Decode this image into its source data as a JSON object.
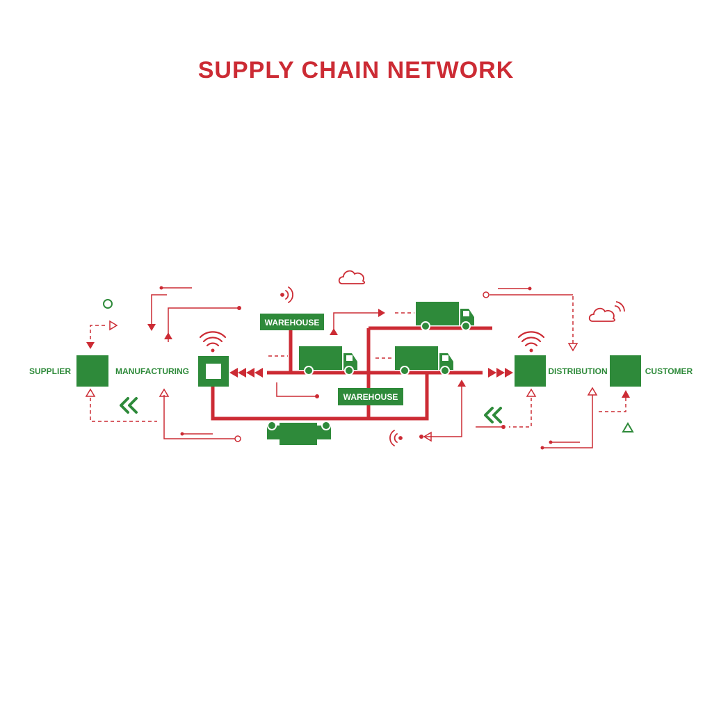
{
  "title": "SUPPLY CHAIN NETWORK",
  "nodes": {
    "supplier": "SUPPLIER",
    "manufacturing": "MANUFACTURING",
    "warehouse_top": "WAREHOUSE",
    "warehouse_bottom": "WAREHOUSE",
    "distribution": "DISTRIBUTION",
    "customer": "CUSTOMER"
  },
  "colors": {
    "red": "#cc2b34",
    "green": "#2e8a3a",
    "background": "#ffffff"
  },
  "icons": [
    "wifi-icon",
    "truck-icon",
    "cloud-icon",
    "chevron-left-icon",
    "triangle-icon",
    "circle-icon"
  ]
}
